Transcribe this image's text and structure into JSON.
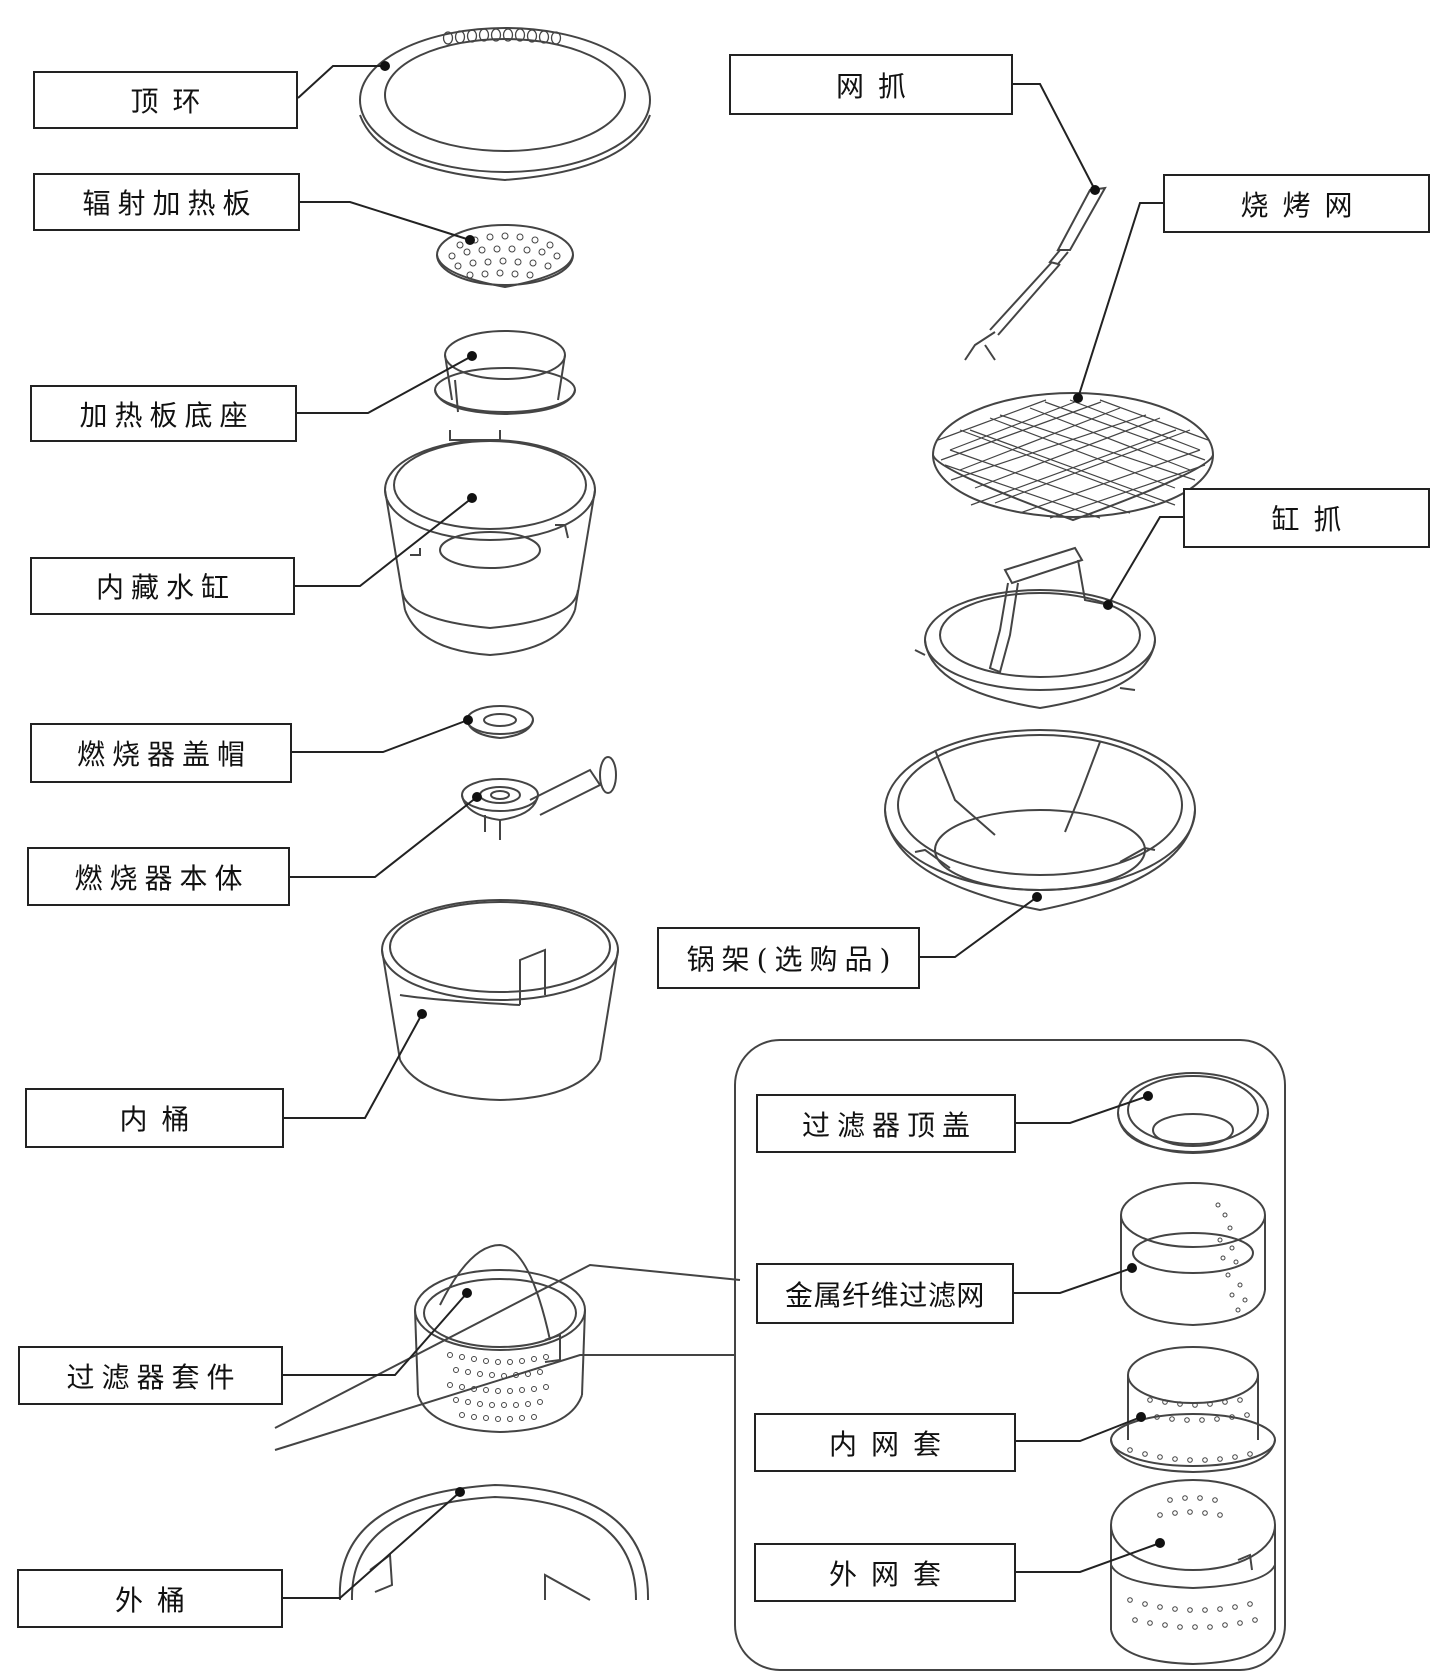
{
  "labels": {
    "top_ring": "顶环",
    "radiant_plate": "辐射加热板",
    "plate_base": "加热板底座",
    "water_tank": "内藏水缸",
    "burner_cap": "燃烧器盖帽",
    "burner_body": "燃烧器本体",
    "inner_bucket": "内桶",
    "filter_kit": "过滤器套件",
    "outer_bucket": "外桶",
    "grill_tongs": "网抓",
    "grill_net": "烧烤网",
    "tank_handle": "缸抓",
    "pot_rack": "锅架(选购品)",
    "filter_top_cover": "过滤器顶盖",
    "metal_fiber_filter": "金属纤维过滤网",
    "inner_mesh_sleeve": "内网套",
    "outer_mesh_sleeve": "外网套"
  }
}
